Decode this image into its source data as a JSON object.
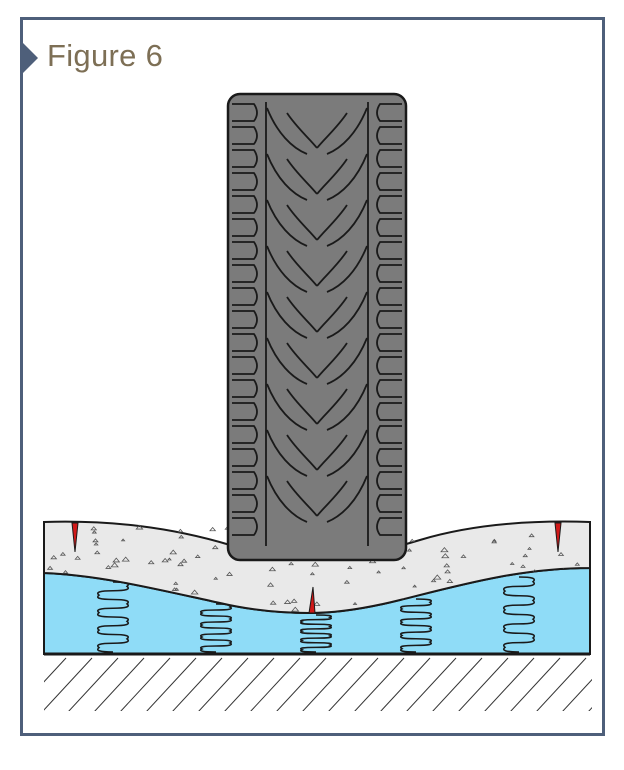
{
  "figure": {
    "label": "Figure 6"
  },
  "colors": {
    "frame": "#4e5f7a",
    "label": "#7d6f55",
    "tire": "#7b7b7b",
    "concrete": "#e9e9e9",
    "subgrade": "#8fdcf7",
    "crack": "#d01818",
    "outline": "#1a1a1a"
  },
  "diagram": {
    "elements": [
      "tire-tread",
      "concrete-slab",
      "subgrade-layer",
      "spring-supports",
      "rigid-base",
      "cracks"
    ],
    "spring_count": 5,
    "crack_count": 3
  }
}
